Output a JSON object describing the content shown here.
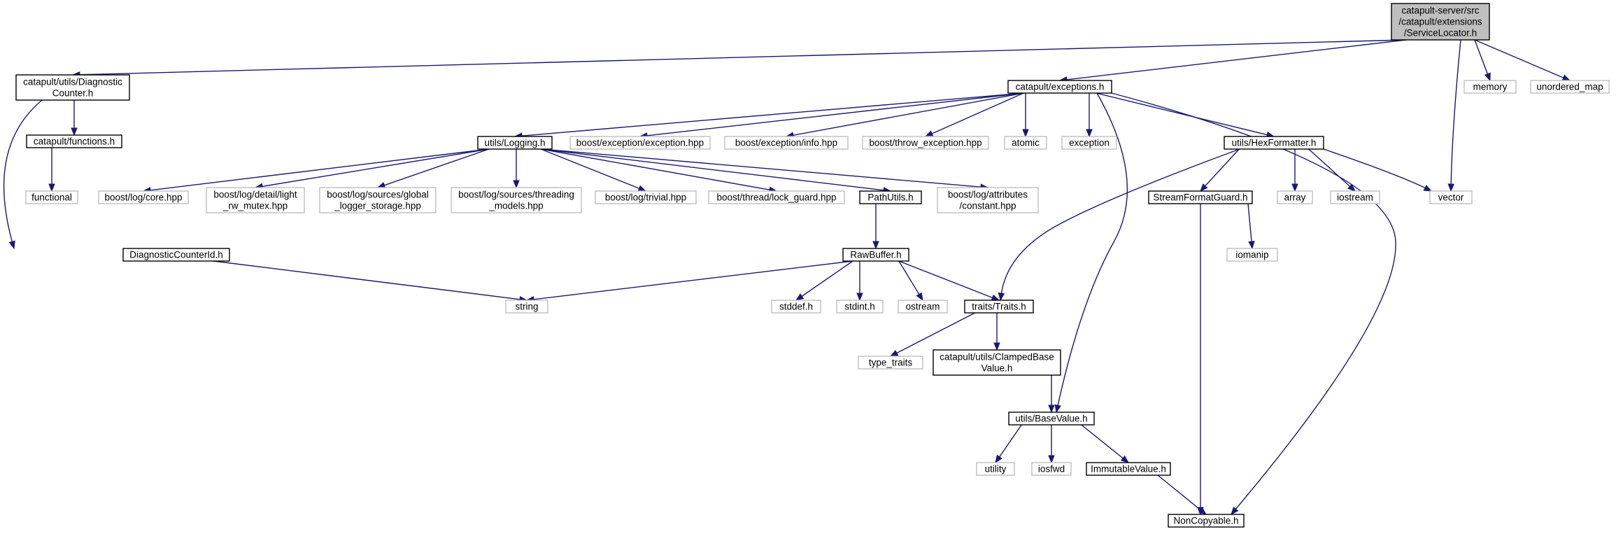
{
  "graph": {
    "colors": {
      "edge": "#191970",
      "root_fill": "#bfbfbf",
      "local_border": "#000000",
      "external_border": "#bfbfbf"
    },
    "nodes": [
      {
        "id": "root",
        "kind": "root",
        "lines": [
          "catapult-server/src",
          "/catapult/extensions",
          "/ServiceLocator.h"
        ]
      },
      {
        "id": "diagcounter",
        "kind": "local",
        "lines": [
          "catapult/utils/Diagnostic",
          "Counter.h"
        ]
      },
      {
        "id": "exceptions",
        "kind": "local",
        "lines": [
          "catapult/exceptions.h"
        ]
      },
      {
        "id": "memory",
        "kind": "ext",
        "lines": [
          "memory"
        ]
      },
      {
        "id": "unordered_map",
        "kind": "ext",
        "lines": [
          "unordered_map"
        ]
      },
      {
        "id": "functions",
        "kind": "local",
        "lines": [
          "catapult/functions.h"
        ]
      },
      {
        "id": "functional",
        "kind": "ext",
        "lines": [
          "functional"
        ]
      },
      {
        "id": "logging",
        "kind": "local",
        "lines": [
          "utils/Logging.h"
        ]
      },
      {
        "id": "boost_exc",
        "kind": "ext",
        "lines": [
          "boost/exception/exception.hpp"
        ]
      },
      {
        "id": "boost_info",
        "kind": "ext",
        "lines": [
          "boost/exception/info.hpp"
        ]
      },
      {
        "id": "boost_throw",
        "kind": "ext",
        "lines": [
          "boost/throw_exception.hpp"
        ]
      },
      {
        "id": "atomic",
        "kind": "ext",
        "lines": [
          "atomic"
        ]
      },
      {
        "id": "exception",
        "kind": "ext",
        "lines": [
          "exception"
        ]
      },
      {
        "id": "hexformatter",
        "kind": "local",
        "lines": [
          "utils/HexFormatter.h"
        ]
      },
      {
        "id": "log_core",
        "kind": "ext",
        "lines": [
          "boost/log/core.hpp"
        ]
      },
      {
        "id": "log_mutex",
        "kind": "ext",
        "lines": [
          "boost/log/detail/light",
          "_rw_mutex.hpp"
        ]
      },
      {
        "id": "log_global",
        "kind": "ext",
        "lines": [
          "boost/log/sources/global",
          "_logger_storage.hpp"
        ]
      },
      {
        "id": "log_threading",
        "kind": "ext",
        "lines": [
          "boost/log/sources/threading",
          "_models.hpp"
        ]
      },
      {
        "id": "log_trivial",
        "kind": "ext",
        "lines": [
          "boost/log/trivial.hpp"
        ]
      },
      {
        "id": "lock_guard",
        "kind": "ext",
        "lines": [
          "boost/thread/lock_guard.hpp"
        ]
      },
      {
        "id": "pathutils",
        "kind": "local",
        "lines": [
          "PathUtils.h"
        ]
      },
      {
        "id": "log_constant",
        "kind": "ext",
        "lines": [
          "boost/log/attributes",
          "/constant.hpp"
        ]
      },
      {
        "id": "streamfmt",
        "kind": "local",
        "lines": [
          "StreamFormatGuard.h"
        ]
      },
      {
        "id": "array",
        "kind": "ext",
        "lines": [
          "array"
        ]
      },
      {
        "id": "iostream",
        "kind": "ext",
        "lines": [
          "iostream"
        ]
      },
      {
        "id": "vector",
        "kind": "ext",
        "lines": [
          "vector"
        ]
      },
      {
        "id": "diagcounterid",
        "kind": "local",
        "lines": [
          "DiagnosticCounterId.h"
        ]
      },
      {
        "id": "rawbuffer",
        "kind": "local",
        "lines": [
          "RawBuffer.h"
        ]
      },
      {
        "id": "iomanip",
        "kind": "ext",
        "lines": [
          "iomanip"
        ]
      },
      {
        "id": "string",
        "kind": "ext",
        "lines": [
          "string"
        ]
      },
      {
        "id": "stddef",
        "kind": "ext",
        "lines": [
          "stddef.h"
        ]
      },
      {
        "id": "stdint",
        "kind": "ext",
        "lines": [
          "stdint.h"
        ]
      },
      {
        "id": "ostream",
        "kind": "ext",
        "lines": [
          "ostream"
        ]
      },
      {
        "id": "traits",
        "kind": "local",
        "lines": [
          "traits/Traits.h"
        ]
      },
      {
        "id": "type_traits",
        "kind": "ext",
        "lines": [
          "type_traits"
        ]
      },
      {
        "id": "clamped",
        "kind": "local",
        "lines": [
          "catapult/utils/ClampedBase",
          "Value.h"
        ]
      },
      {
        "id": "basevalue",
        "kind": "local",
        "lines": [
          "utils/BaseValue.h"
        ]
      },
      {
        "id": "utility",
        "kind": "ext",
        "lines": [
          "utility"
        ]
      },
      {
        "id": "iosfwd",
        "kind": "ext",
        "lines": [
          "iosfwd"
        ]
      },
      {
        "id": "immutable",
        "kind": "local",
        "lines": [
          "ImmutableValue.h"
        ]
      },
      {
        "id": "noncopyable",
        "kind": "local",
        "lines": [
          "NonCopyable.h"
        ]
      }
    ],
    "edges": [
      {
        "from": "root",
        "to": "diagcounter"
      },
      {
        "from": "root",
        "to": "exceptions"
      },
      {
        "from": "root",
        "to": "memory"
      },
      {
        "from": "root",
        "to": "unordered_map"
      },
      {
        "from": "root",
        "to": "vector"
      },
      {
        "from": "diagcounter",
        "to": "functions"
      },
      {
        "from": "diagcounter",
        "to": "diagcounterid"
      },
      {
        "from": "functions",
        "to": "functional"
      },
      {
        "from": "exceptions",
        "to": "logging"
      },
      {
        "from": "exceptions",
        "to": "boost_exc"
      },
      {
        "from": "exceptions",
        "to": "boost_info"
      },
      {
        "from": "exceptions",
        "to": "boost_throw"
      },
      {
        "from": "exceptions",
        "to": "atomic"
      },
      {
        "from": "exceptions",
        "to": "exception"
      },
      {
        "from": "exceptions",
        "to": "hexformatter"
      },
      {
        "from": "exceptions",
        "to": "basevalue"
      },
      {
        "from": "exceptions",
        "to": "noncopyable"
      },
      {
        "from": "logging",
        "to": "log_core"
      },
      {
        "from": "logging",
        "to": "log_mutex"
      },
      {
        "from": "logging",
        "to": "log_global"
      },
      {
        "from": "logging",
        "to": "log_threading"
      },
      {
        "from": "logging",
        "to": "log_trivial"
      },
      {
        "from": "logging",
        "to": "lock_guard"
      },
      {
        "from": "logging",
        "to": "pathutils"
      },
      {
        "from": "logging",
        "to": "log_constant"
      },
      {
        "from": "hexformatter",
        "to": "traits"
      },
      {
        "from": "hexformatter",
        "to": "streamfmt"
      },
      {
        "from": "hexformatter",
        "to": "array"
      },
      {
        "from": "hexformatter",
        "to": "iostream"
      },
      {
        "from": "hexformatter",
        "to": "vector"
      },
      {
        "from": "pathutils",
        "to": "rawbuffer"
      },
      {
        "from": "diagcounterid",
        "to": "string"
      },
      {
        "from": "rawbuffer",
        "to": "string"
      },
      {
        "from": "rawbuffer",
        "to": "stddef"
      },
      {
        "from": "rawbuffer",
        "to": "stdint"
      },
      {
        "from": "rawbuffer",
        "to": "ostream"
      },
      {
        "from": "rawbuffer",
        "to": "traits"
      },
      {
        "from": "streamfmt",
        "to": "iomanip"
      },
      {
        "from": "streamfmt",
        "to": "noncopyable"
      },
      {
        "from": "traits",
        "to": "type_traits"
      },
      {
        "from": "traits",
        "to": "clamped"
      },
      {
        "from": "clamped",
        "to": "basevalue"
      },
      {
        "from": "basevalue",
        "to": "utility"
      },
      {
        "from": "basevalue",
        "to": "iosfwd"
      },
      {
        "from": "basevalue",
        "to": "immutable"
      },
      {
        "from": "immutable",
        "to": "noncopyable"
      }
    ]
  }
}
